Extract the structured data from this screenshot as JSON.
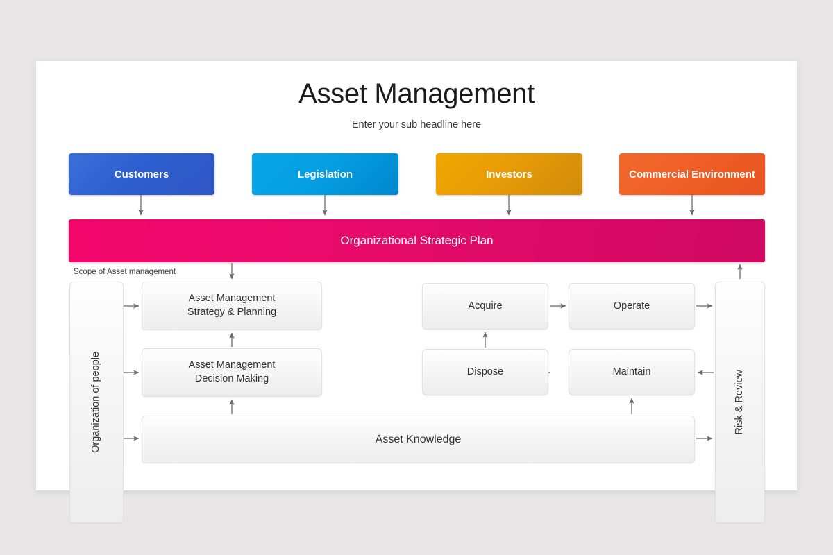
{
  "slide": {
    "title": "Asset Management",
    "subtitle": "Enter your sub headline here"
  },
  "sources": [
    {
      "label": "Customers",
      "color": "#2e5fd0"
    },
    {
      "label": "Legislation",
      "color": "#059fe4"
    },
    {
      "label": "Investors",
      "color": "#e79c07"
    },
    {
      "label": "Commercial Environment",
      "color": "#ef5f27"
    }
  ],
  "banner": {
    "label": "Organizational Strategic Plan",
    "color": "#ea0a6b"
  },
  "scope": {
    "label": "Scope of Asset management"
  },
  "framework": {
    "organization": "Organization of people",
    "strategy": "Asset Management\nStrategy & Planning",
    "strategy_line1": "Asset Management",
    "strategy_line2": "Strategy & Planning",
    "decision_line1": "Asset Management",
    "decision_line2": "Decision Making",
    "knowledge": "Asset Knowledge",
    "risk": "Risk & Review"
  },
  "lifecycle": {
    "acquire": "Acquire",
    "operate": "Operate",
    "maintain": "Maintain",
    "dispose": "Dispose"
  },
  "colors": {
    "background": "#e8e6e7",
    "card": "#ffffff",
    "box_fill": "#f3f3f3",
    "box_border": "#e1e1e1",
    "arrow": "#6b6b6b",
    "text": "#333333"
  }
}
